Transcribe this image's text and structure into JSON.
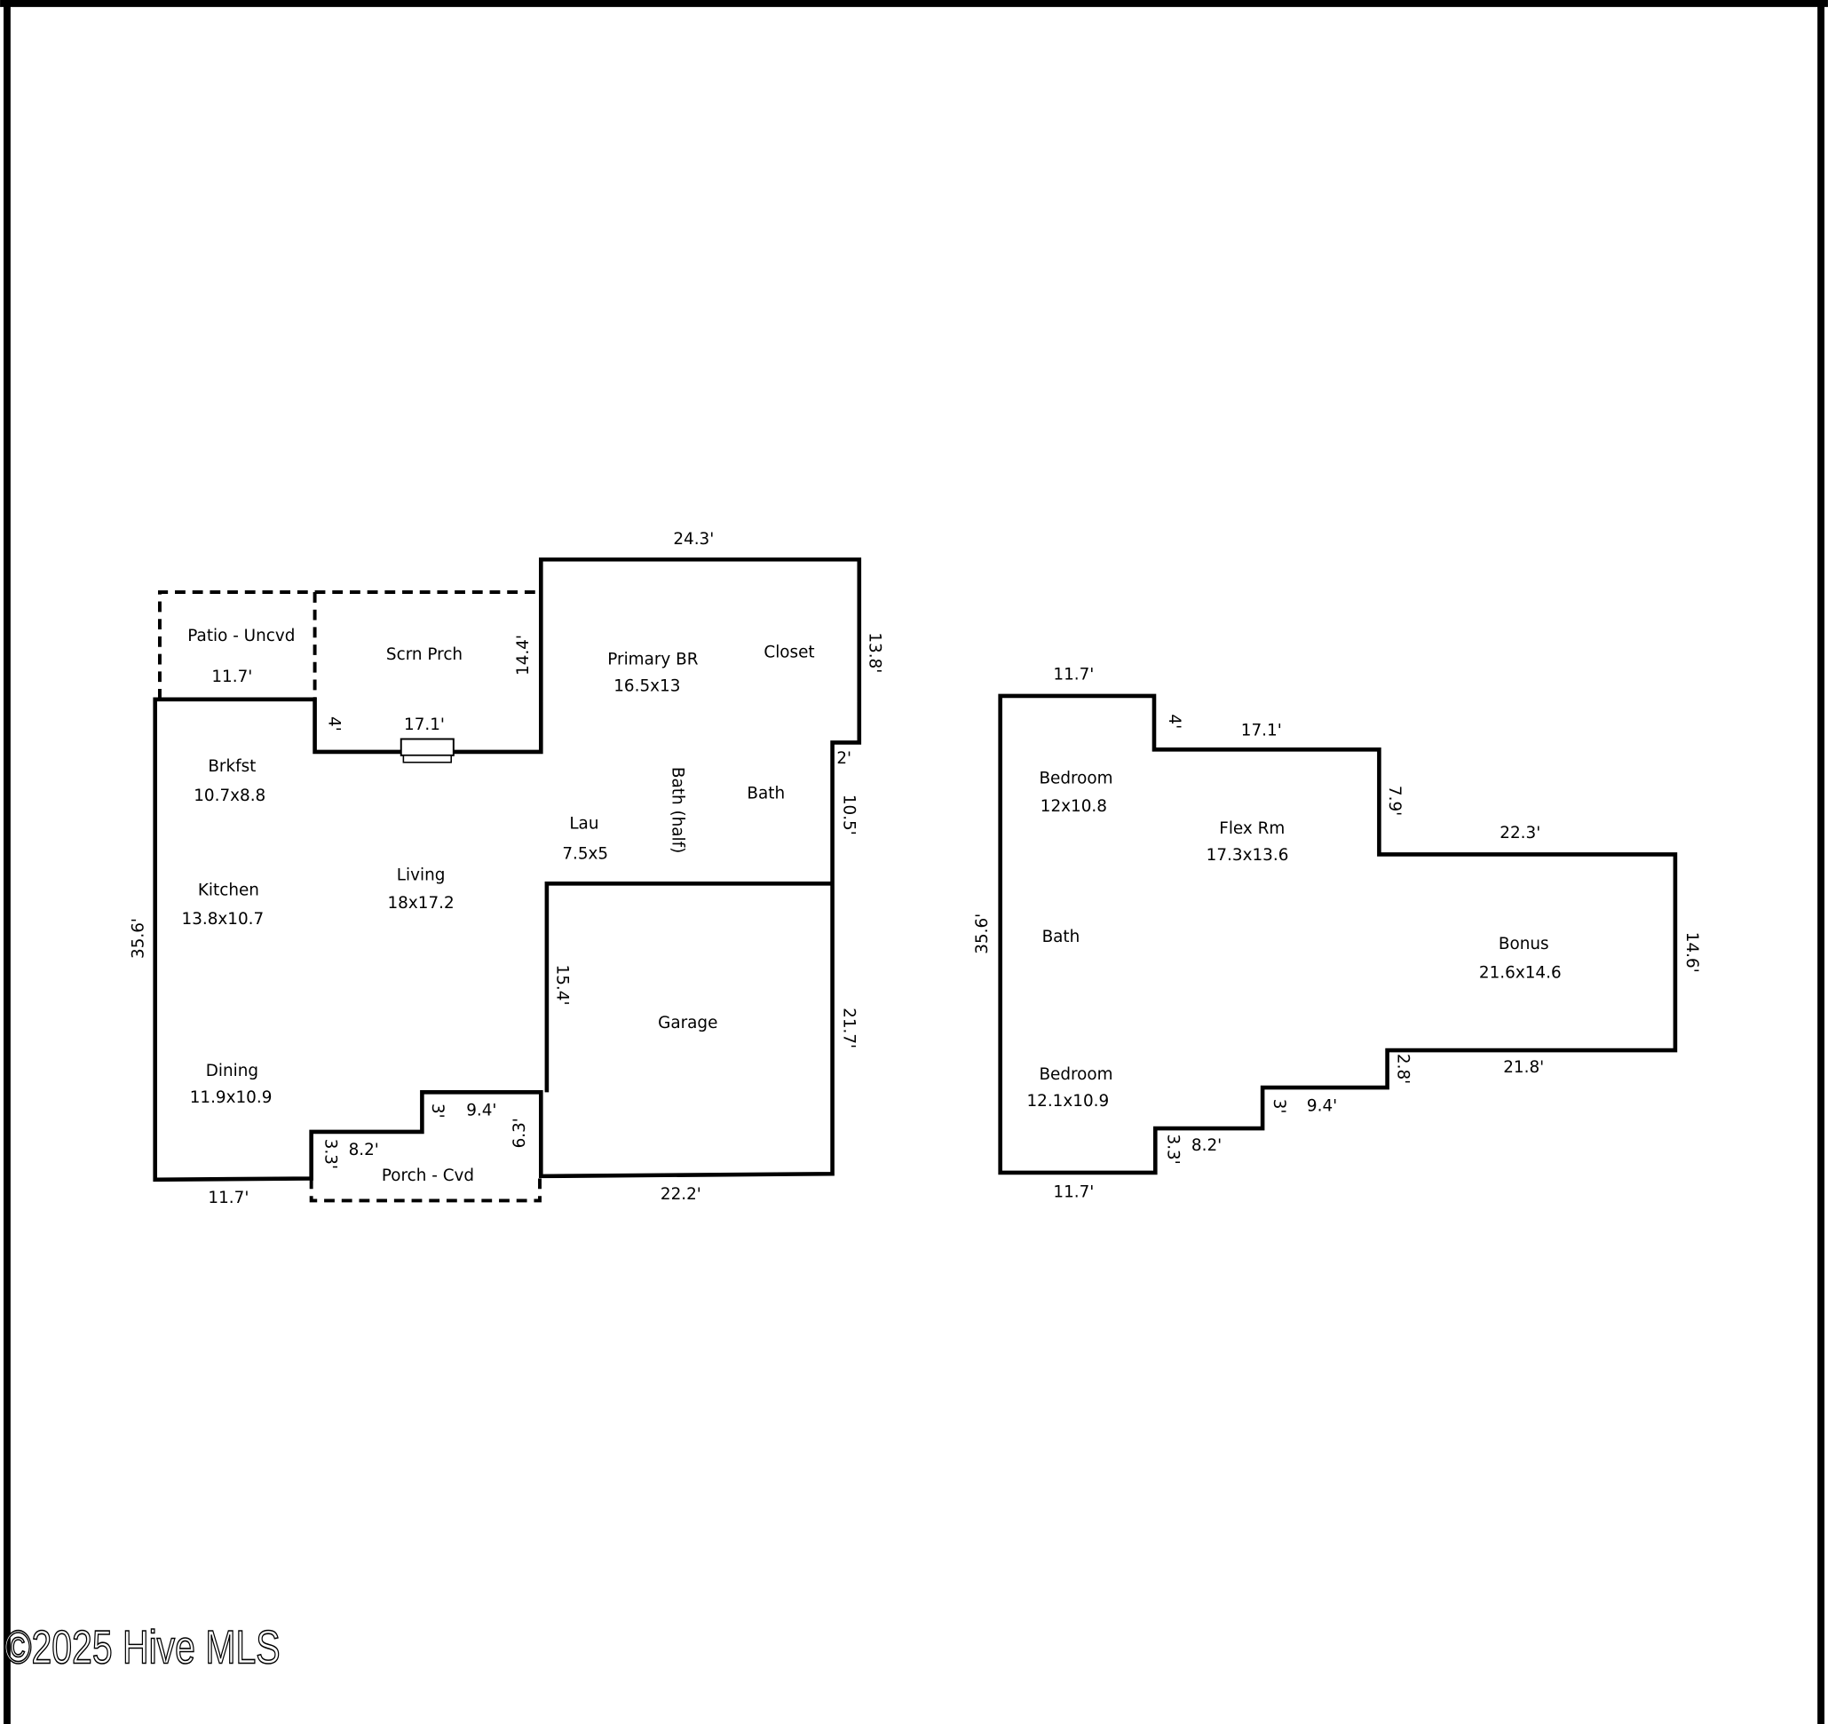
{
  "watermark": "©2025 Hive MLS",
  "ground_floor": {
    "rooms": {
      "patio": "Patio - Uncvd",
      "screen_porch": "Scrn Prch",
      "primary_br": "Primary BR",
      "primary_br_size": "16.5x13",
      "closet": "Closet",
      "brkfst": "Brkfst",
      "brkfst_size": "10.7x8.8",
      "kitchen": "Kitchen",
      "kitchen_size": "13.8x10.7",
      "living": "Living",
      "living_size": "18x17.2",
      "lau": "Lau",
      "lau_size": "7.5x5",
      "half_bath": "Bath (half)",
      "bath": "Bath",
      "garage": "Garage",
      "dining": "Dining",
      "dining_size": "11.9x10.9",
      "porch": "Porch - Cvd"
    },
    "dims": {
      "top": "24.3'",
      "right_top": "13.8'",
      "patio_w": "11.7'",
      "scrn_h": "14.4'",
      "scrn_w": "17.1'",
      "scrn_step": "4'",
      "step_2": "2'",
      "right_mid": "10.5'",
      "left": "35.6'",
      "garage_left": "15.4'",
      "garage_right": "21.7'",
      "porch_3": "3'",
      "porch_94": "9.4'",
      "porch_63": "6.3'",
      "porch_33": "3.3'",
      "porch_82": "8.2'",
      "bottom_left": "11.7'",
      "bottom_garage": "22.2'"
    }
  },
  "upper_floor": {
    "rooms": {
      "bedroom1": "Bedroom",
      "bedroom1_size": "12x10.8",
      "flex": "Flex Rm",
      "flex_size": "17.3x13.6",
      "bath": "Bath",
      "bonus": "Bonus",
      "bonus_size": "21.6x14.6",
      "bedroom2": "Bedroom",
      "bedroom2_size": "12.1x10.9"
    },
    "dims": {
      "top": "11.7'",
      "step_4": "4'",
      "flex_w": "17.1'",
      "flex_step": "7.9'",
      "bonus_top": "22.3'",
      "bonus_right": "14.6'",
      "left": "35.6'",
      "bonus_bottom": "21.8'",
      "step_28": "2.8'",
      "step_3": "3'",
      "step_94": "9.4'",
      "step_33": "3.3'",
      "step_82": "8.2'",
      "bottom": "11.7'"
    }
  }
}
